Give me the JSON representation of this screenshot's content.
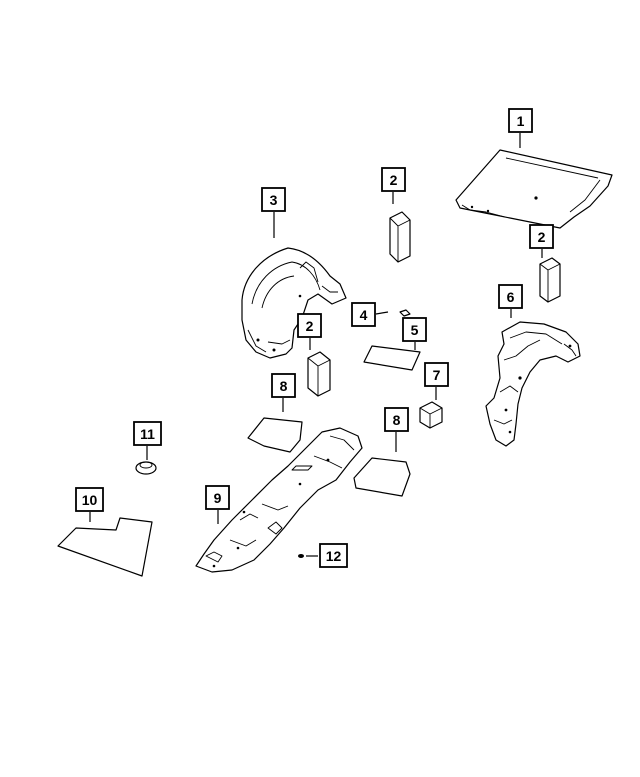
{
  "callouts": [
    {
      "id": "c1",
      "number": "1"
    },
    {
      "id": "c2a",
      "number": "2"
    },
    {
      "id": "c2b",
      "number": "2"
    },
    {
      "id": "c2c",
      "number": "2"
    },
    {
      "id": "c3",
      "number": "3"
    },
    {
      "id": "c4",
      "number": "4"
    },
    {
      "id": "c5",
      "number": "5"
    },
    {
      "id": "c6",
      "number": "6"
    },
    {
      "id": "c7",
      "number": "7"
    },
    {
      "id": "c8a",
      "number": "8"
    },
    {
      "id": "c8b",
      "number": "8"
    },
    {
      "id": "c9",
      "number": "9"
    },
    {
      "id": "c10",
      "number": "10"
    },
    {
      "id": "c11",
      "number": "11"
    },
    {
      "id": "c12",
      "number": "12"
    }
  ]
}
